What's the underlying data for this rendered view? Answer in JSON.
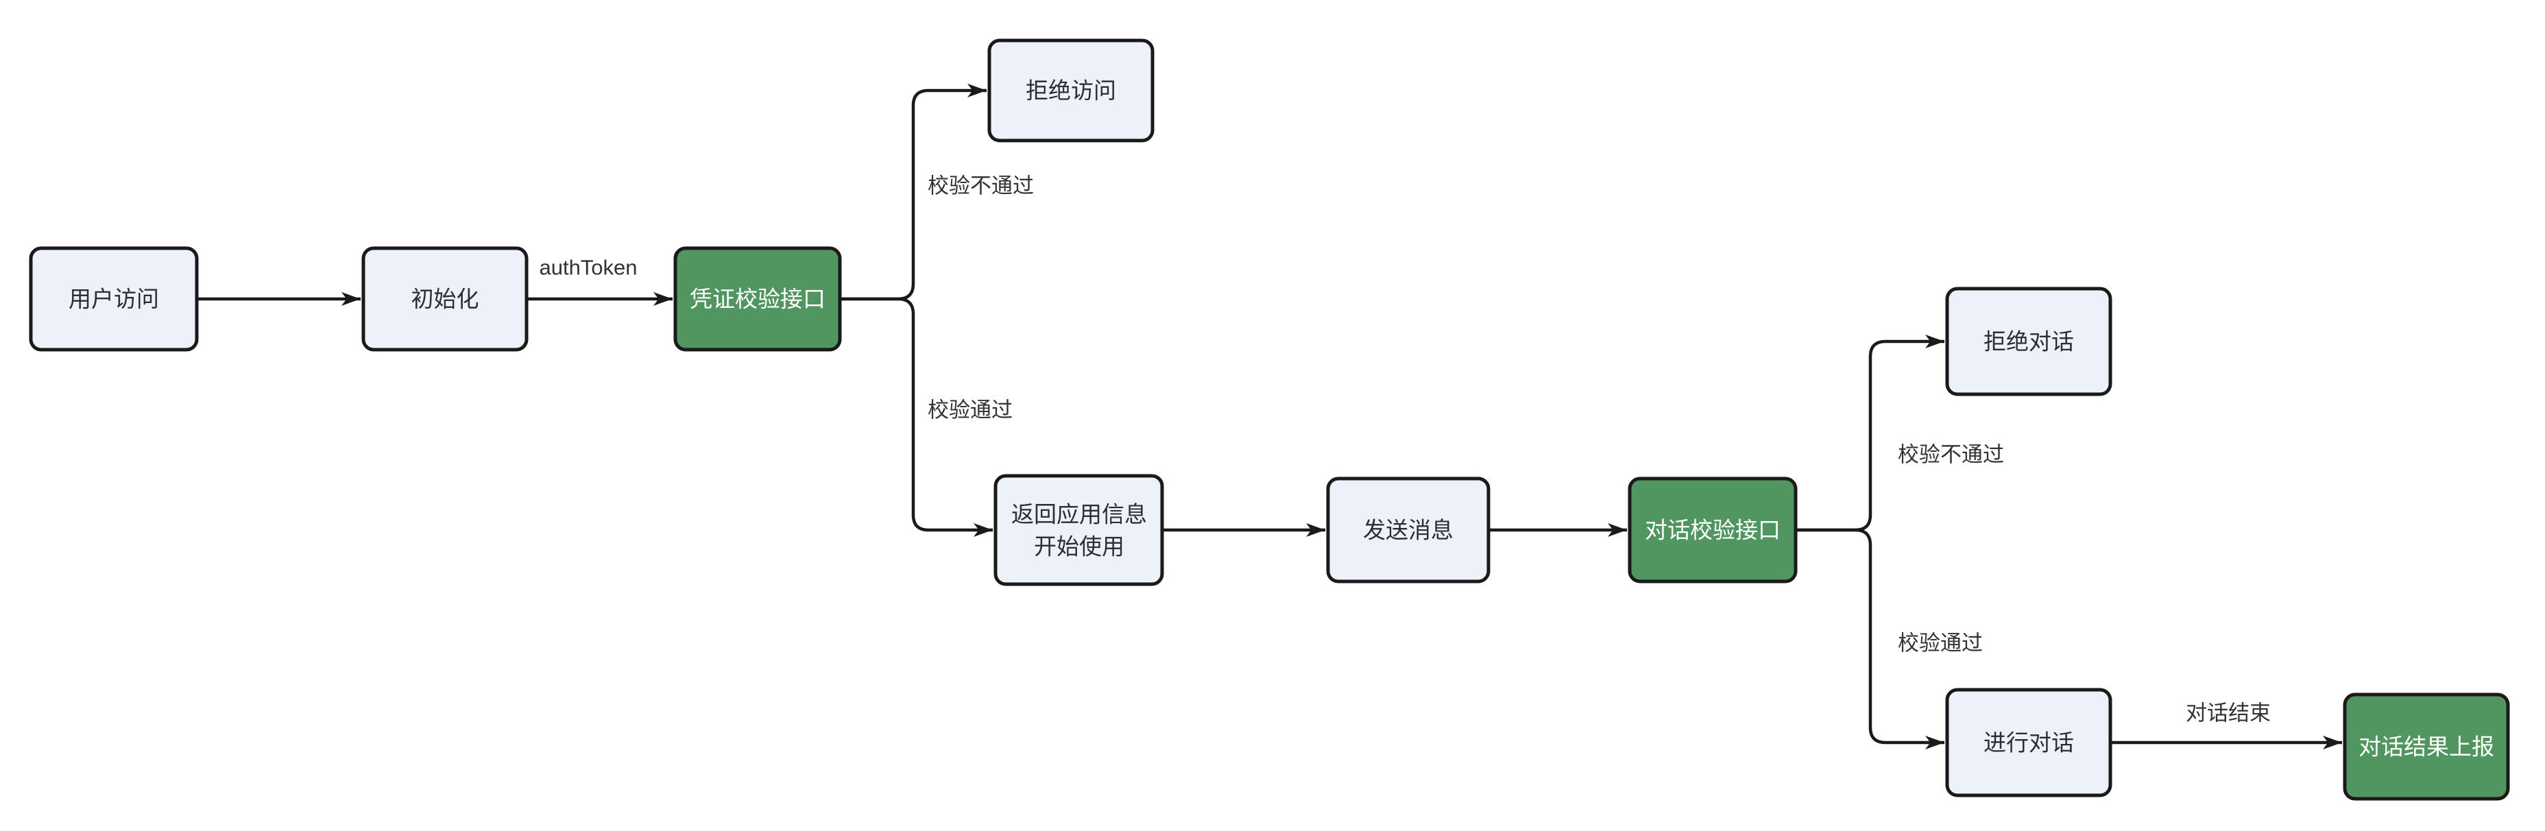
{
  "diagram": {
    "type": "flowchart",
    "direction": "left-to-right",
    "background": "#ffffff",
    "colors": {
      "node_fill": "#EDF1FA",
      "node_border": "#1a1a1a",
      "node_text": "#2d2d36",
      "green_fill": "#519660",
      "green_text": "#ffffff",
      "edge_color": "#1a1a1a",
      "label_color": "#333333"
    },
    "nodes": [
      {
        "id": "user-access",
        "label": "用户访问",
        "type": "default"
      },
      {
        "id": "init",
        "label": "初始化",
        "type": "default"
      },
      {
        "id": "credential-check",
        "label": "凭证校验接口",
        "type": "interface-green"
      },
      {
        "id": "deny-access",
        "label": "拒绝访问",
        "type": "default"
      },
      {
        "id": "return-app-info",
        "label": "返回应用信息 开始使用",
        "lines": [
          "返回应用信息",
          "开始使用"
        ],
        "type": "default"
      },
      {
        "id": "send-message",
        "label": "发送消息",
        "type": "default"
      },
      {
        "id": "dialog-check",
        "label": "对话校验接口",
        "type": "interface-green"
      },
      {
        "id": "deny-dialog",
        "label": "拒绝对话",
        "type": "default"
      },
      {
        "id": "do-dialog",
        "label": "进行对话",
        "type": "default"
      },
      {
        "id": "report-result",
        "label": "对话结果上报",
        "type": "interface-green"
      }
    ],
    "edges": [
      {
        "from": "user-access",
        "to": "init",
        "label": ""
      },
      {
        "from": "init",
        "to": "credential-check",
        "label": "authToken"
      },
      {
        "from": "credential-check",
        "to": "deny-access",
        "label": "校验不通过"
      },
      {
        "from": "credential-check",
        "to": "return-app-info",
        "label": "校验通过"
      },
      {
        "from": "return-app-info",
        "to": "send-message",
        "label": ""
      },
      {
        "from": "send-message",
        "to": "dialog-check",
        "label": ""
      },
      {
        "from": "dialog-check",
        "to": "deny-dialog",
        "label": "校验不通过"
      },
      {
        "from": "dialog-check",
        "to": "do-dialog",
        "label": "校验通过"
      },
      {
        "from": "do-dialog",
        "to": "report-result",
        "label": "对话结束"
      }
    ]
  }
}
